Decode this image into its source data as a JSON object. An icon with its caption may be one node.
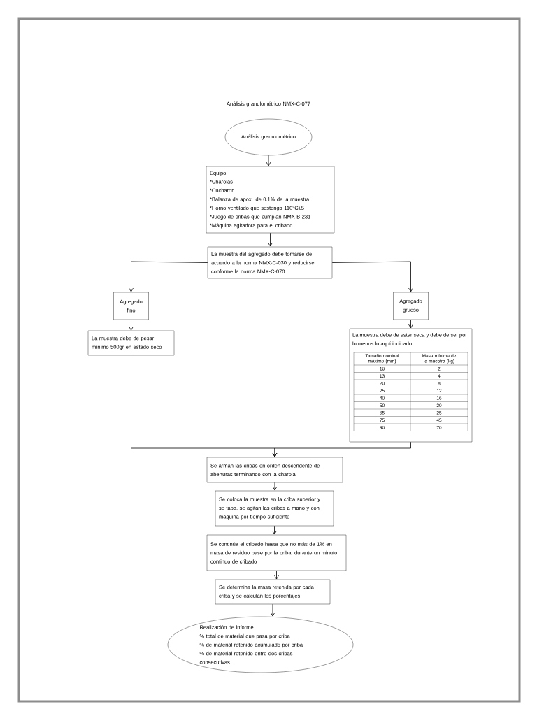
{
  "diagram": {
    "title": "Análisis granulométrico NMX-C-077",
    "nodes": [
      {
        "text": [
          "Análisis granulométrico"
        ]
      },
      {
        "text": [
          "Equipo:",
          "*Charolas",
          "*Cucharon",
          "*Balanza de apox. de 0.1% de la muestra",
          "*Horno ventilado que sostenga 110°C±5",
          "*Juego de cribas que cumplan NMX-B-231",
          "*Máquina agitadora para el cribado"
        ]
      },
      {
        "text": [
          "La muestra del agregado debe tomarse de acuerdo a la norma NMX-C-030 y reducirse conforme la norma NMX-C-070"
        ]
      },
      {
        "text": [
          "Agregado fino"
        ]
      },
      {
        "text": [
          "Agregado grueso"
        ]
      },
      {
        "text": [
          "La muestra debe de pesar mínimo 500gr en estado seco"
        ]
      },
      {
        "text": [
          "La muestra debe de estar seca y debe de ser por lo menos lo aquí indicado"
        ]
      },
      {
        "text": [
          "Se arman las cribas en orden descendente de aberturas terminando con la charola"
        ]
      },
      {
        "text": [
          "Se coloca la muestra en la criba superior y se tapa, se agitan las cribas a mano y con maquina por tiempo suficiente"
        ]
      },
      {
        "text": [
          "Se continúa el cribado hasta que no más de 1% en masa de residuo pase por la criba, durante un minuto continuo de cribado"
        ]
      },
      {
        "text": [
          "Se determina la masa retenida por cada criba y se calculan los porcentajes"
        ]
      },
      {
        "text": [
          "Realización de informe",
          "% total de material que pasa por criba",
          "% de material retenido acumulado por criba",
          "% de material retenido entre dos cribas consecutivas"
        ]
      }
    ],
    "edges": [
      {
        "from": 0,
        "to": 1,
        "arrow": "to"
      },
      {
        "from": 1,
        "to": 2,
        "arrow": "to"
      },
      {
        "from": 2,
        "to": 3,
        "arrow": "to"
      },
      {
        "from": 2,
        "to": 4,
        "arrow": "to"
      },
      {
        "from": 3,
        "to": 5,
        "arrow": "to"
      },
      {
        "from": 4,
        "to": 6,
        "arrow": "to"
      },
      {
        "from": 5,
        "to": 7,
        "arrow": "to"
      },
      {
        "from": 6,
        "to": 7,
        "arrow": "to"
      },
      {
        "from": 7,
        "to": 8,
        "arrow": "to"
      },
      {
        "from": 8,
        "to": 9,
        "arrow": "to"
      },
      {
        "from": 9,
        "to": 10,
        "arrow": "to"
      },
      {
        "from": 10,
        "to": 11,
        "arrow": "to"
      }
    ],
    "labels": [
      "Tamaño nominal máximo (mm)",
      "Masa mínima de la muestra (kg)",
      "10",
      "2",
      "13",
      "4",
      "20",
      "8",
      "25",
      "12",
      "40",
      "16",
      "50",
      "20",
      "65",
      "25",
      "75",
      "45",
      "90",
      "70"
    ]
  }
}
